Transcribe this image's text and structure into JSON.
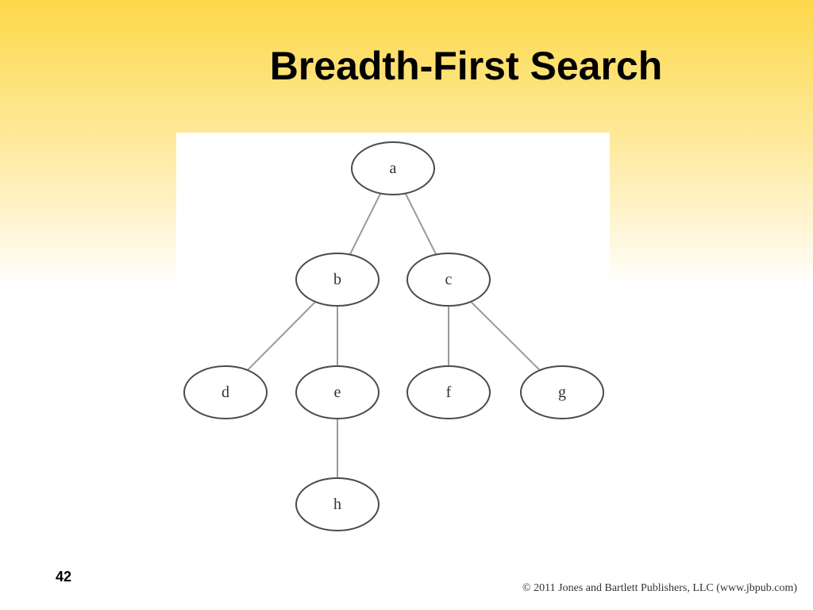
{
  "slide": {
    "title": "Breadth-First Search",
    "number": "42",
    "copyright": "© 2011 Jones and Bartlett Publishers, LLC (www.jbpub.com)"
  },
  "colors": {
    "background_top": "#fdd84a",
    "background_bottom": "#ffffff",
    "node_stroke": "#4a4a4a",
    "edge_stroke": "#9a9a9a"
  },
  "diagram": {
    "nodes": [
      {
        "id": "a",
        "label": "a"
      },
      {
        "id": "b",
        "label": "b"
      },
      {
        "id": "c",
        "label": "c"
      },
      {
        "id": "d",
        "label": "d"
      },
      {
        "id": "e",
        "label": "e"
      },
      {
        "id": "f",
        "label": "f"
      },
      {
        "id": "g",
        "label": "g"
      },
      {
        "id": "h",
        "label": "h"
      }
    ],
    "edges": [
      {
        "from": "a",
        "to": "b"
      },
      {
        "from": "a",
        "to": "c"
      },
      {
        "from": "b",
        "to": "d"
      },
      {
        "from": "b",
        "to": "e"
      },
      {
        "from": "c",
        "to": "f"
      },
      {
        "from": "c",
        "to": "g"
      },
      {
        "from": "e",
        "to": "h"
      }
    ]
  }
}
